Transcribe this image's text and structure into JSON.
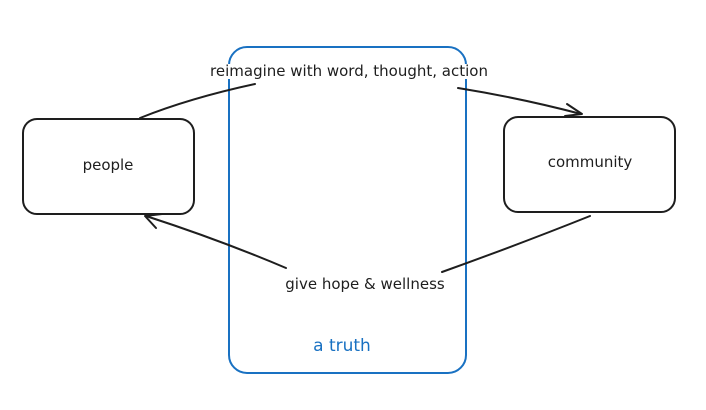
{
  "diagram": {
    "nodes": {
      "people": {
        "label": "people"
      },
      "community": {
        "label": "community"
      },
      "truth": {
        "label": "a truth"
      }
    },
    "edges": {
      "people_to_community": {
        "from": "people",
        "to": "community",
        "label": "reimagine with word, thought, action"
      },
      "community_to_people": {
        "from": "community",
        "to": "people",
        "label": "give hope & wellness"
      }
    }
  },
  "colors": {
    "stroke": "#1e1e1e",
    "container": "#1971c2",
    "background": "#ffffff"
  }
}
